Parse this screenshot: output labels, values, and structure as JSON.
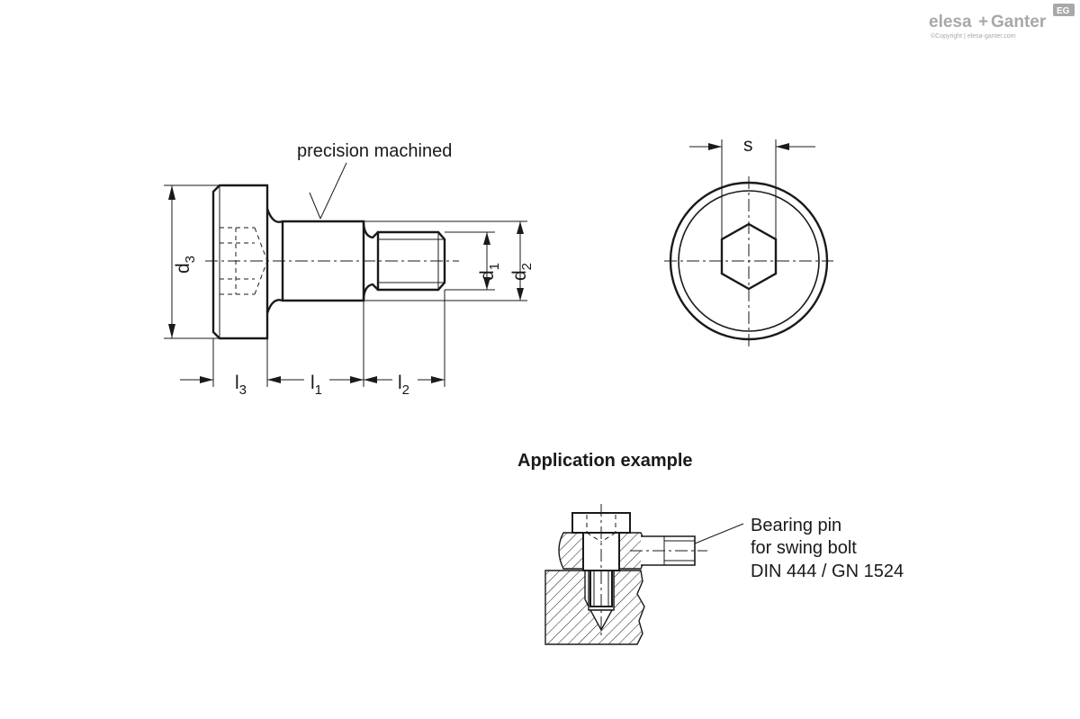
{
  "logo": {
    "brand_left": "elesa",
    "brand_plus": "+",
    "brand_right": "Ganter",
    "badge": "EG",
    "copyright": "©Copyright | elesa-ganter.com"
  },
  "side_view": {
    "callout": "precision machined",
    "dim_d3": "d",
    "dim_d3_sub": "3",
    "dim_d1": "d",
    "dim_d1_sub": "1",
    "dim_d2": "d",
    "dim_d2_sub": "2",
    "dim_l3": "l",
    "dim_l3_sub": "3",
    "dim_l1": "l",
    "dim_l1_sub": "1",
    "dim_l2": "l",
    "dim_l2_sub": "2"
  },
  "end_view": {
    "dim_s": "s"
  },
  "application": {
    "title": "Application example",
    "note_line1": "Bearing pin",
    "note_line2": "for swing bolt",
    "note_line3": "DIN 444 / GN 1524"
  },
  "colors": {
    "line": "#1a1a1a",
    "logo": "#a8a8a8",
    "background": "#ffffff"
  }
}
